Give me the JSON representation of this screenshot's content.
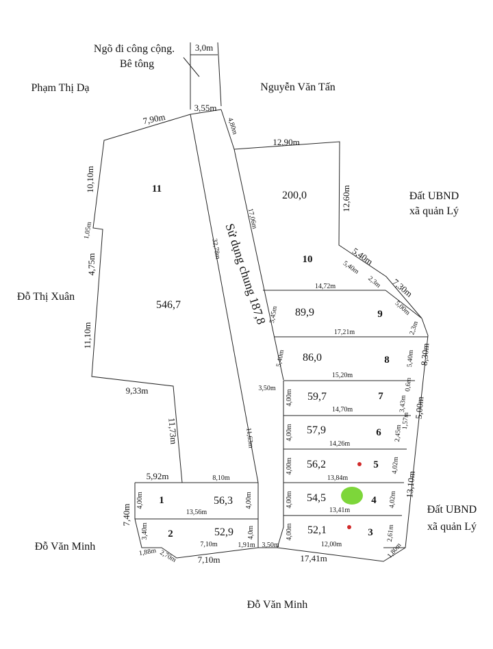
{
  "road": {
    "line1": "Ngõ đi công cộng.",
    "line2": "Bê tông",
    "width": "3,0m"
  },
  "neighbors": {
    "northwest": "Phạm Thị Dạ",
    "northeast": "Nguyễn Văn Tấn",
    "west": "Đỗ Thị Xuân",
    "east_top_1": "Đất UBND",
    "east_top_2": "xã quản Lý",
    "east_bottom_1": "Đất UBND",
    "east_bottom_2": "xã quản Lý",
    "southwest": "Đỗ Văn Minh",
    "south": "Đỗ Văn Minh"
  },
  "shared": {
    "label": "Sử dụng chung 187,8"
  },
  "lots": [
    {
      "no": "1",
      "area": "56,3"
    },
    {
      "no": "2",
      "area": "52,9"
    },
    {
      "no": "3",
      "area": "52,1"
    },
    {
      "no": "4",
      "area": "54,5"
    },
    {
      "no": "5",
      "area": "56,2"
    },
    {
      "no": "6",
      "area": "57,9"
    },
    {
      "no": "7",
      "area": "59,7"
    },
    {
      "no": "8",
      "area": "86,0"
    },
    {
      "no": "9",
      "area": "89,9"
    },
    {
      "no": "10",
      "area": "200,0"
    },
    {
      "no": "11",
      "area": "546,7"
    }
  ],
  "dims": {
    "d355": "3,55m",
    "d790": "7,90m",
    "d480": "4,80m",
    "d1290": "12,90m",
    "d1010": "10,10m",
    "d105": "1,05m",
    "d475": "4,75m",
    "d1110": "11,10m",
    "d933": "9,33m",
    "d1173": "11,73m",
    "d3278": "32,78m",
    "d1706": "17,06m",
    "d1260": "12,60m",
    "d540a": "5,40m",
    "d540b": "5,40m",
    "d23": "2,3m",
    "d730": "7,30m",
    "d500a": "5,00m",
    "d23b": "2,3m",
    "d1472": "14,72m",
    "d545": "5,45m",
    "d1721": "17,21m",
    "d540c": "5,40m",
    "d540d": "5,40m",
    "d830": "8,30m",
    "d1520": "15,20m",
    "d350a": "3,50m",
    "d400_7": "4,00m",
    "d06": "0,6m",
    "d343": "3,43m",
    "d500b": "5,00m",
    "d1470": "14,70m",
    "d157": "1,57m",
    "d245": "2,45m",
    "d400_6": "4,00m",
    "d1426": "14,26m",
    "d1163": "11,63m",
    "d400_5": "4,00m",
    "d402a": "4,02m",
    "d1384": "13,84m",
    "d1310": "13,10m",
    "d592": "5,92m",
    "d810": "8,10m",
    "d400_1a": "4,00m",
    "d400_1b": "4,00m",
    "d1356": "13,56m",
    "d400_4": "4,00m",
    "d402b": "4,02m",
    "d1341": "13,41m",
    "d740": "7,40m",
    "d340": "3,40m",
    "d40": "4,0m",
    "d400_3": "4,00m",
    "d261": "2,61m",
    "d710a": "7,10m",
    "d191": "1,91m",
    "d350b": "3,50m",
    "d1200": "12,00m",
    "d188": "1,88m",
    "d270": "2,70m",
    "d710b": "7,10m",
    "d1741": "17,41m",
    "d180": "1,80m"
  }
}
